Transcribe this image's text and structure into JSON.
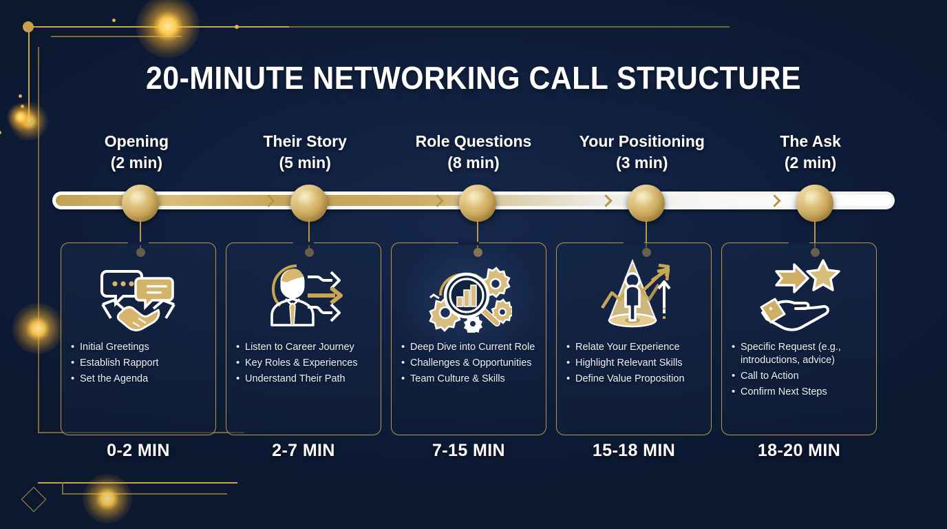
{
  "title": "20-MINUTE NETWORKING CALL STRUCTURE",
  "theme": {
    "background": "#0c1830",
    "gold": "#c9a84c",
    "gold_light": "#e0c583",
    "text": "#ffffff",
    "card_border": "#bb9844"
  },
  "stages": [
    {
      "name": "Opening",
      "duration": "(2 min)",
      "icon": "handshake-speech-bubbles-icon",
      "time_range": "0-2 MIN",
      "bullets": [
        "Initial Greetings",
        "Establish Rapport",
        "Set the Agenda"
      ]
    },
    {
      "name": "Their Story",
      "duration": "(5 min)",
      "icon": "person-career-arrows-icon",
      "time_range": "2-7 MIN",
      "bullets": [
        "Listen to Career Journey",
        "Key Roles & Experiences",
        "Understand Their Path"
      ]
    },
    {
      "name": "Role Questions",
      "duration": "(8 min)",
      "icon": "magnifier-chart-gears-icon",
      "time_range": "7-15 MIN",
      "bullets": [
        "Deep Dive into Current Role",
        "Challenges & Opportunities",
        "Team Culture & Skills"
      ]
    },
    {
      "name": "Your Positioning",
      "duration": "(3 min)",
      "icon": "person-spotlight-growth-icon",
      "time_range": "15-18 MIN",
      "bullets": [
        "Relate Your Experience",
        "Highlight Relevant Skills",
        "Define Value Proposition"
      ]
    },
    {
      "name": "The Ask",
      "duration": "(2 min)",
      "icon": "hand-arrow-star-icon",
      "time_range": "18-20 MIN",
      "bullets": [
        "Specific Request (e.g., introductions, advice)",
        "Call to Action",
        "Confirm Next Steps"
      ]
    }
  ]
}
